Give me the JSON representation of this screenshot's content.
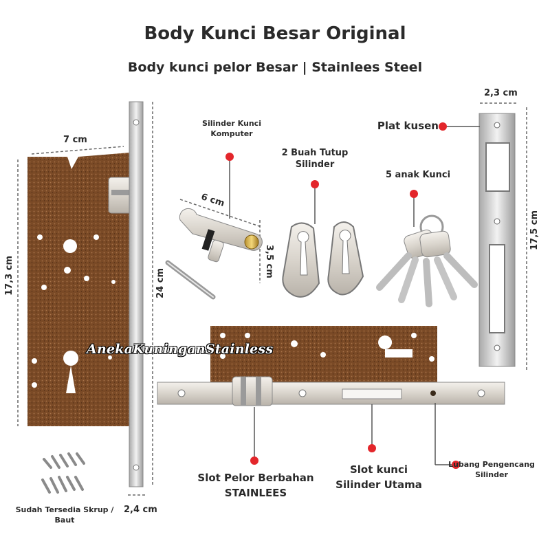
{
  "header": {
    "title": "Body Kunci Besar Original",
    "subtitle": "Body kunci pelor Besar | Stainlees Steel"
  },
  "dimensions": {
    "width_body": "7 cm",
    "height_body": "17,3 cm",
    "height_faceplate": "24 cm",
    "width_faceplate": "2,4 cm",
    "cylinder_length": "6 cm",
    "cylinder_height": "3,5 cm",
    "strike_width": "2,3 cm",
    "strike_height": "17,5 cm"
  },
  "labels": {
    "cylinder": "Silinder Kunci Komputer",
    "covers": "2 Buah Tutup Silinder",
    "keys": "5 anak Kunci",
    "strike_plate": "Plat kusen",
    "latch_slot": "Slot Pelor Berbahan STAINLEES",
    "key_slot": "Slot kunci Silinder Utama",
    "fixing_hole": "Lubang Pengencang Silinder",
    "screws": "Sudah Tersedia Skrup / Baut"
  },
  "watermark": "AnekaKuninganStainless",
  "colors": {
    "accent": "#e3262b",
    "body_bronze": "#7a4a26",
    "steel": "#cfcfcf"
  }
}
